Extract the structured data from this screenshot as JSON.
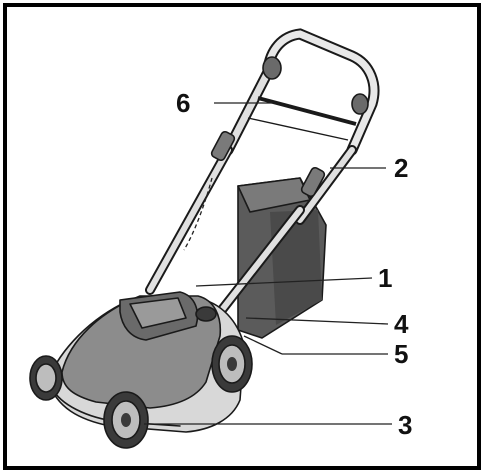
{
  "callouts": [
    {
      "id": "c1",
      "label": "1"
    },
    {
      "id": "c2",
      "label": "2"
    },
    {
      "id": "c3",
      "label": "3"
    },
    {
      "id": "c4",
      "label": "4"
    },
    {
      "id": "c5",
      "label": "5"
    },
    {
      "id": "c6",
      "label": "6"
    }
  ],
  "colors": {
    "outline": "#1a1a1a",
    "body_grey": "#8c8c8c",
    "dark_grey": "#4a4a4a",
    "catcher": "#5e5e5e",
    "light_grey": "#c8c8c8"
  }
}
